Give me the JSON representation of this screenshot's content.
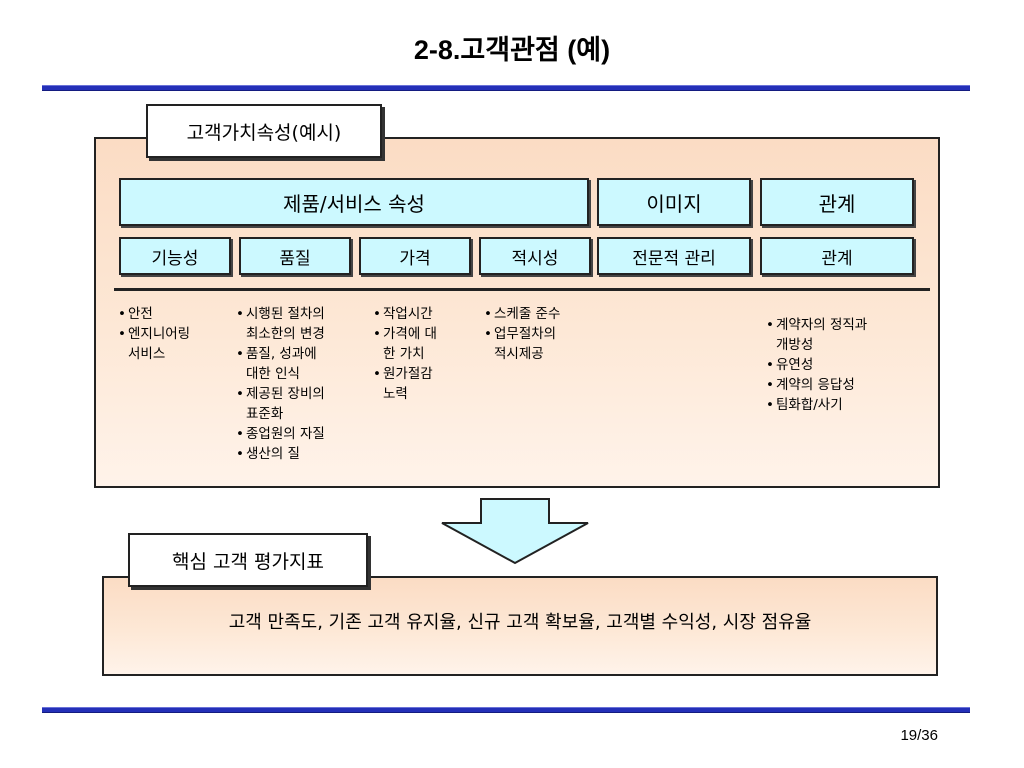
{
  "title": "2-8.고객관점 (예)",
  "attributes_panel": {
    "label": "고객가치속성(예시)",
    "categories": [
      "제품/서비스 속성",
      "이미지",
      "관계"
    ],
    "sub_attributes": [
      "기능성",
      "품질",
      "가격",
      "적시성",
      "전문적 관리",
      "관계"
    ],
    "columns": [
      [
        "안전",
        "엔지니어링\n서비스"
      ],
      [
        "시행된 절차의\n최소한의 변경",
        "품질, 성과에\n대한 인식",
        "제공된 장비의\n표준화",
        "종업원의 자질",
        "생산의 질"
      ],
      [
        "작업시간",
        "가격에 대\n한 가치",
        "원가절감\n노력"
      ],
      [
        "스케줄 준수",
        "업무절차의\n적시제공"
      ],
      [
        "계약자의 정직과\n개방성",
        "유연성",
        "계약의 응답성",
        "팀화합/사기"
      ]
    ]
  },
  "kpi_panel": {
    "label": "핵심 고객 평가지표",
    "text": "고객 만족도, 기존 고객 유지율, 신규 고객 확보율, 고객별 수익성, 시장 점유율"
  },
  "page_number": "19/36",
  "colors": {
    "rule": "#2430b8",
    "panel_fill": "#fde8d6",
    "box_fill": "#ccf9ff"
  }
}
